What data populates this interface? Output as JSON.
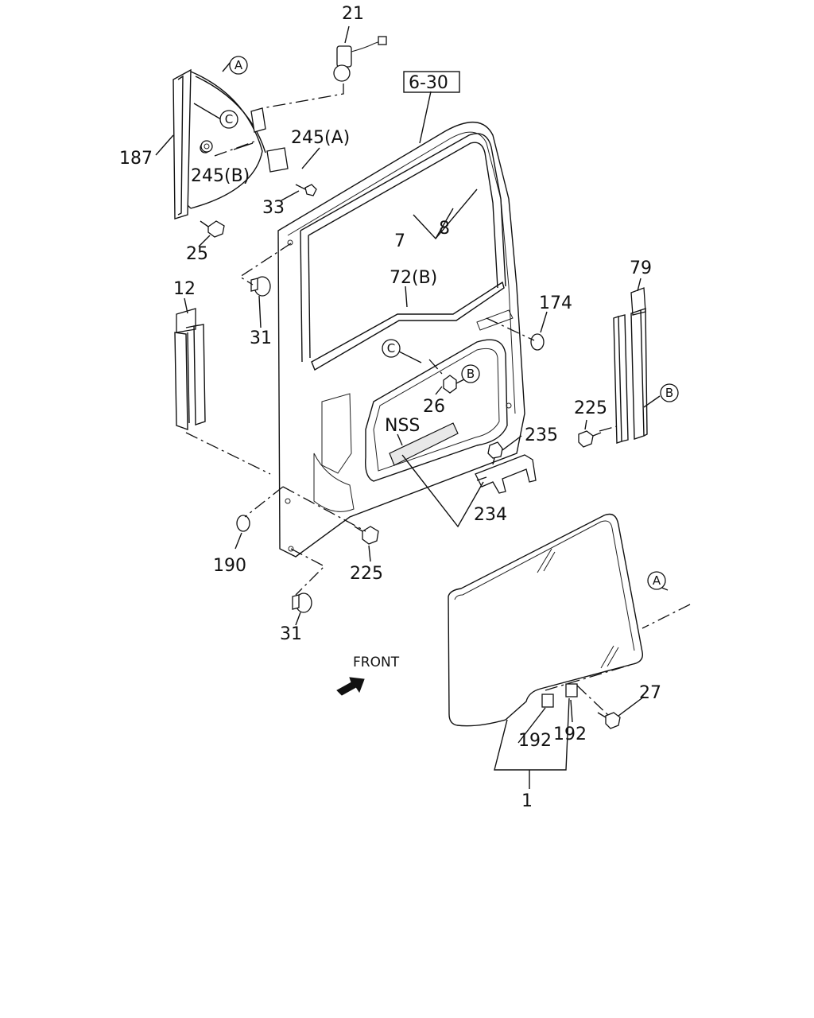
{
  "labels": {
    "p21": "21",
    "p6_30": "6-30",
    "p245a": "245(A)",
    "p245b": "245(B)",
    "p187": "187",
    "p33": "33",
    "p7": "7",
    "p8": "8",
    "p25": "25",
    "p12": "12",
    "p72b": "72(B)",
    "p79": "79",
    "p174": "174",
    "p31_top": "31",
    "p26": "26",
    "p225_right": "225",
    "nss": "NSS",
    "p235": "235",
    "p234": "234",
    "p190": "190",
    "p225_bottom": "225",
    "p31_bottom": "31",
    "front": "FRONT",
    "p27": "27",
    "p192_left": "192",
    "p192_right": "192",
    "p1": "1"
  },
  "refs": {
    "a": "A",
    "b": "B",
    "c": "C"
  }
}
